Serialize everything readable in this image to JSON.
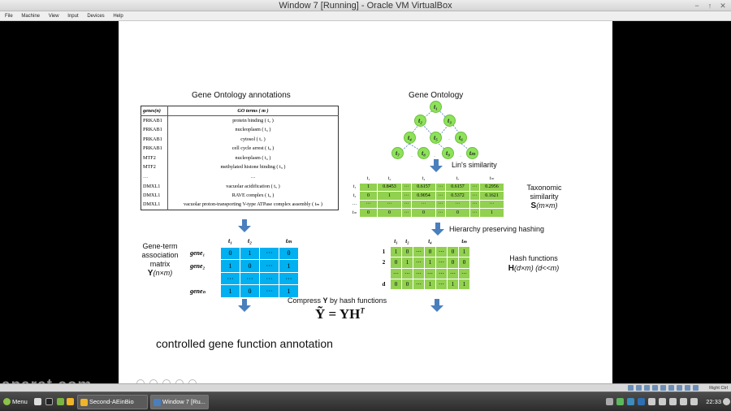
{
  "window": {
    "title": "Window 7  [Running] - Oracle VM VirtualBox",
    "controls": [
      "minimize-icon",
      "restore-icon",
      "close-icon"
    ]
  },
  "menubar": {
    "items": [
      "File",
      "Machine",
      "View",
      "Input",
      "Devices",
      "Help"
    ]
  },
  "slide": {
    "ga_title": "Gene Ontology annotations",
    "ga_header": [
      "genes(n)",
      "GO terms  ( m )"
    ],
    "ga_rows": [
      [
        "PRKAB1",
        "protein binding   ( t₂ )"
      ],
      [
        "PRKAB1",
        "nucleoplasm   ( t₄ )"
      ],
      [
        "PRKAB1",
        "cytosol   ( t₇ )"
      ],
      [
        "PRKAB1",
        "cell cycle arrest   ( t₈ )"
      ],
      [
        "MTF2",
        "nucleoplasm   ( t₄ )"
      ],
      [
        "MTF2",
        "methylated histone binding   ( t₉ )"
      ],
      [
        "…",
        "…"
      ],
      [
        "DMXL1",
        "vacuolar acidification   ( t₅ )"
      ],
      [
        "DMXL1",
        "RAVE complex   ( t₆ )"
      ],
      [
        "DMXL1",
        "vacuolar proton-transporting V-type ATPase complex assembly   ( tₘ )"
      ]
    ],
    "go_title": "Gene Ontology",
    "go_nodes": [
      "t₁",
      "t₂",
      "t₃",
      "t₄",
      "t₅",
      "t₆",
      "t₇",
      "t₈",
      "t₉",
      "tₘ"
    ],
    "lins": "Lin's similarity",
    "s_table": {
      "cols": [
        "t₁",
        "t₂",
        "t₄",
        "t₇",
        "tₘ"
      ],
      "col_cells": [
        "t₁",
        "t₂",
        "···",
        "t₄",
        "···",
        "t₇",
        "···",
        "tₘ"
      ],
      "rows": [
        [
          "t₁",
          "1",
          "0.8453",
          "···",
          "0.6157",
          "···",
          "0.6157",
          "···",
          "0.2956"
        ],
        [
          "t₂",
          "0",
          "1",
          "···",
          "0.9054",
          "···",
          "0.5372",
          "···",
          "0.1621"
        ],
        [
          "…",
          "···",
          "···",
          "···",
          "···",
          "···",
          "···",
          "···",
          "···"
        ],
        [
          "tₘ",
          "0",
          "0",
          "···",
          "0",
          "···",
          "0",
          "···",
          "1"
        ]
      ]
    },
    "tax_label_1": "Taxonomic",
    "tax_label_2": "similarity",
    "tax_label_3": "S",
    "tax_label_4": "(m×m)",
    "hph": "Hierarchy preserving hashing",
    "gt_label_1": "Gene-term",
    "gt_label_2": "association",
    "gt_label_3": "matrix",
    "gt_label_4": "Y",
    "gt_label_5": "(n×m)",
    "y_table": {
      "cols": [
        "",
        "t₁",
        "t₂",
        "",
        "tₘ"
      ],
      "rows": [
        [
          "gene₁",
          "0",
          "1",
          "···",
          "0"
        ],
        [
          "gene₂",
          "1",
          "0",
          "···",
          "1"
        ],
        [
          "",
          "···",
          "···",
          "···",
          "···"
        ],
        [
          "geneₙ",
          "1",
          "0",
          "···",
          "1"
        ]
      ]
    },
    "h_table": {
      "cols": [
        "",
        "t₁",
        "t₂",
        "",
        "t₄",
        "",
        "",
        "tₘ"
      ],
      "rows": [
        [
          "1",
          "1",
          "0",
          "···",
          "0",
          "···",
          "0",
          "1"
        ],
        [
          "2",
          "0",
          "1",
          "···",
          "1",
          "···",
          "0",
          "0"
        ],
        [
          "",
          "···",
          "···",
          "···",
          "···",
          "···",
          "···",
          "···"
        ],
        [
          "d",
          "0",
          "0",
          "···",
          "1",
          "···",
          "1",
          "1"
        ]
      ]
    },
    "hash_label_1": "Hash functions",
    "hash_label_2": "H",
    "hash_label_3": "(d×m)  (d<<m)",
    "compress_1": "Compress ",
    "compress_2": "Y",
    "compress_3": " by hash functions",
    "formula": "Ỹ = YH",
    "formula_sup": "T",
    "conclusion": "controlled gene function annotation"
  },
  "statusbar": {
    "right_ctrl": "Right Ctrl"
  },
  "watermark": "aparat.com",
  "taskbar": {
    "menu": "Menu",
    "tasks": [
      "Second-AEinBio",
      "Window 7  [Ru..."
    ],
    "time": "22:33"
  },
  "colors": {
    "accent_green": "#92d050",
    "accent_blue": "#00b0f0",
    "arrow_blue": "#4a7fbd",
    "node_green": "#8de25a"
  }
}
